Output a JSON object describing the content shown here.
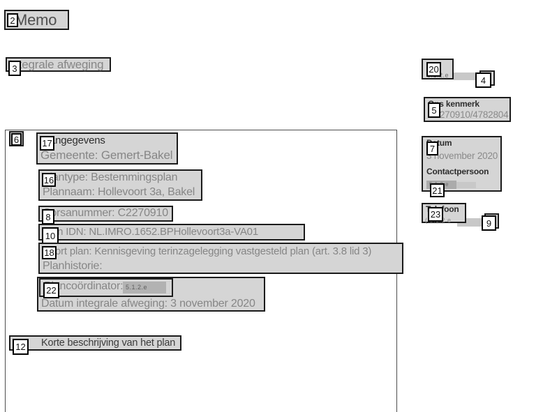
{
  "header": {
    "doc_type": "Memo",
    "section_title": "Integrale afweging"
  },
  "meta": {
    "sender_redaction": "5.1.2.e",
    "kenmerk_label": "Ons kenmerk",
    "kenmerk_value": "C2270910/4782804",
    "datum_label": "Datum",
    "datum_value": "3 november 2020",
    "contact_label": "Contactpersoon",
    "contact_redaction": "5.1.2.e",
    "phone_label": "Telefoon",
    "phone_redaction": "( 5.1.2 e"
  },
  "plan": {
    "heading": "Plangegevens",
    "gemeente": "Gemeente: Gemert-Bakel",
    "plantype": "Plantype: Bestemmingsplan",
    "plannaam": "Plannaam: Hollevoort 3a, Bakel",
    "corsanummer": "Corsanummer: C2270910",
    "plan_idn": "Plan IDN: NL.IMRO.1652.BPHollevoort3a-VA01",
    "soort_plan": "Soort plan: Kennisgeving terinzagelegging vastgesteld plan (art. 3.8 lid 3)",
    "planhistorie": "Planhistorie:",
    "coordinator_label": "Plancoördinator:",
    "coordinator_redaction": "5.1.2.e",
    "datum_afweging": "Datum integrale afweging: 3 november 2020"
  },
  "body": {
    "korte_beschrijving": "Korte beschrijving van het plan"
  },
  "marks": {
    "m2": "2",
    "m3": "3",
    "m4": "4",
    "m5": "5",
    "m6": "6",
    "m7": "7",
    "m8": "8",
    "m9": "9",
    "m10": "10",
    "m12": "12",
    "m16": "16",
    "m17": "17",
    "m18": "18",
    "m20": "20",
    "m21": "21",
    "m22": "22",
    "m23": "23"
  },
  "colors": {
    "box_fill": "#d5d5d5",
    "redaction_dark": "#b2b2b2",
    "redaction_light": "#c8c8c8",
    "text_gray": "#868686",
    "text_dark": "#2d2d2d"
  }
}
